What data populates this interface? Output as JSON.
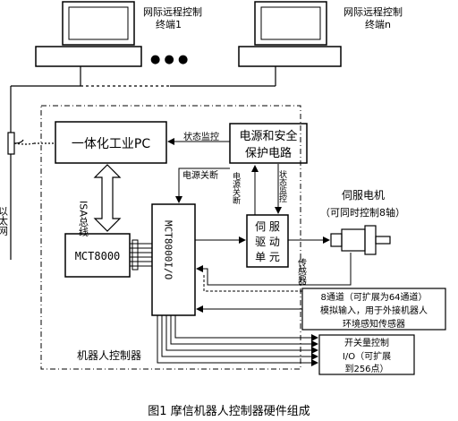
{
  "terminals": {
    "left_line1": "网际远程控制",
    "left_line2": "终端1",
    "right_line1": "网际远程控制",
    "right_line2": "终端n",
    "ellipsis": "● ● ●"
  },
  "network": {
    "label": "以太网"
  },
  "blocks": {
    "pc": "一体化工业PC",
    "power_line1": "电源和安全",
    "power_line2": "保护电路",
    "mct8000": "MCT8000",
    "io_board": "MCT8000I/O",
    "servo_drive_line1": "伺 服",
    "servo_drive_line2": "驱 动",
    "servo_drive_line3": "单 元",
    "controller_label": "机器人控制器"
  },
  "signals": {
    "status_monitor_top": "状态监控",
    "power_off_top": "电源关断",
    "isa_bus": "ISA总线",
    "power_off_vertical": "电源关断",
    "status_monitor_vertical": "状态监控",
    "sensor": "传感器"
  },
  "servo_motor": {
    "title": "伺服电机",
    "subtitle": "（可同时控制8轴）"
  },
  "analog_input": {
    "line1": "8通道（可扩展为64通道）",
    "line2": "模拟输入，用于外接机器人",
    "line3": "环境感知传感器"
  },
  "switch_io": {
    "line1": "开关量控制",
    "line2": "I/O（可扩展",
    "line3": "到256点）"
  },
  "caption": "图1  摩信机器人控制器硬件组成"
}
